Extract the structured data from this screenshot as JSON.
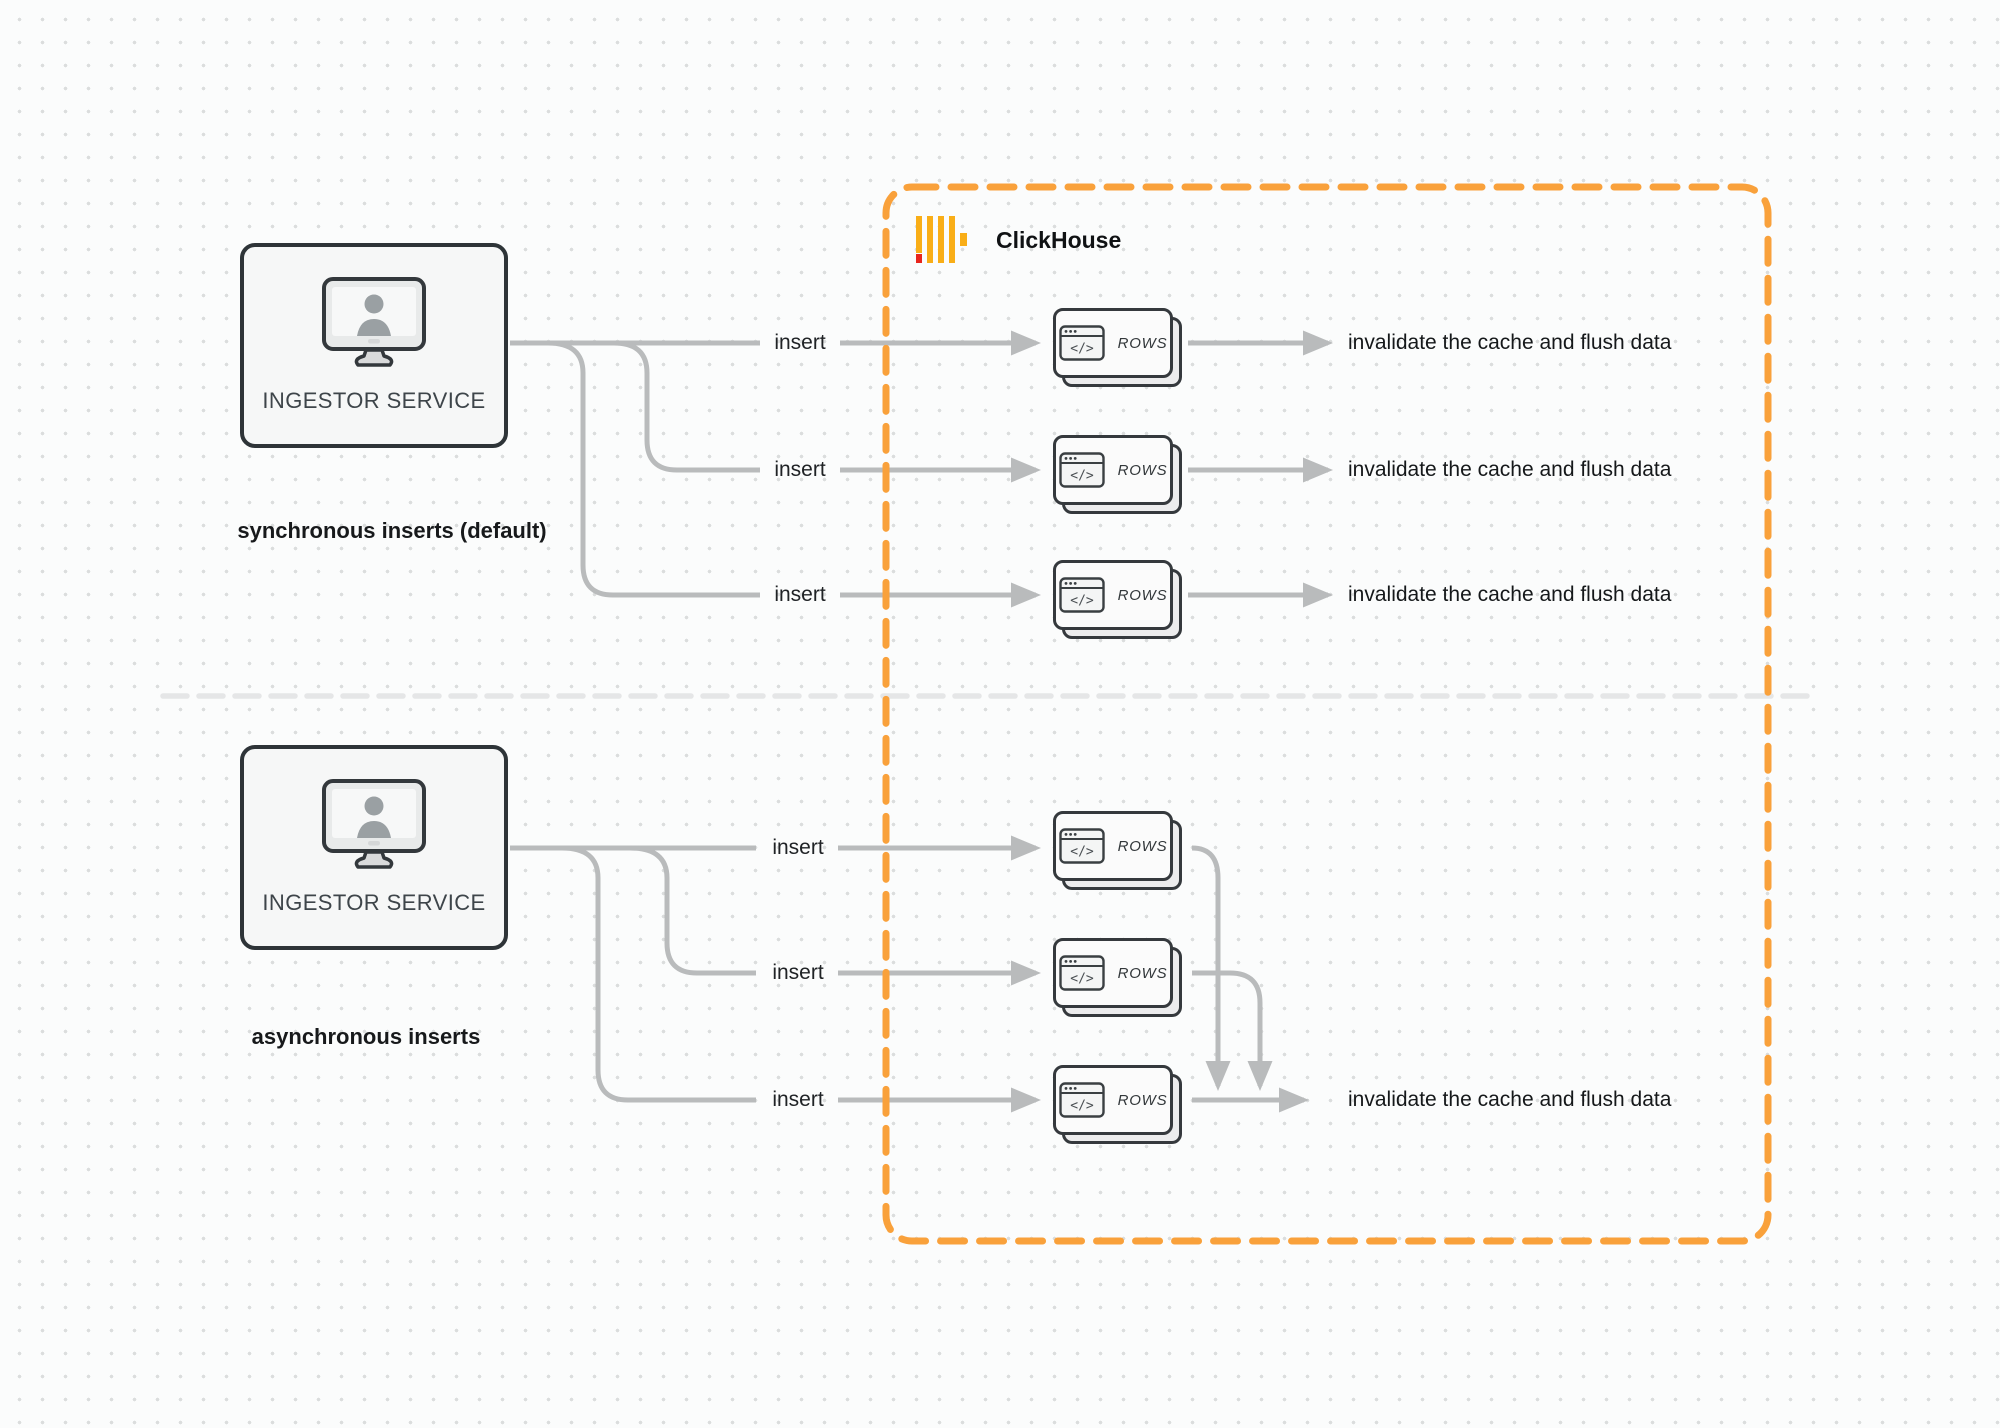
{
  "colors": {
    "clickhouse_border": "#F9A13B",
    "logo_amber": "#F9AE17",
    "logo_red": "#E8251C",
    "arrow_gray": "#b9bbbc"
  },
  "clickhouse": {
    "label": "ClickHouse"
  },
  "sync": {
    "service_label": "INGESTOR SERVICE",
    "caption": "synchronous inserts (default)",
    "rows": [
      {
        "insert": "insert",
        "card": "ROWS",
        "result": "invalidate the cache and flush data"
      },
      {
        "insert": "insert",
        "card": "ROWS",
        "result": "invalidate the cache and flush data"
      },
      {
        "insert": "insert",
        "card": "ROWS",
        "result": "invalidate the cache and flush data"
      }
    ]
  },
  "async": {
    "service_label": "INGESTOR SERVICE",
    "caption": "asynchronous inserts",
    "rows": [
      {
        "insert": "insert",
        "card": "ROWS"
      },
      {
        "insert": "insert",
        "card": "ROWS"
      },
      {
        "insert": "insert",
        "card": "ROWS"
      }
    ],
    "result": "invalidate the cache and flush data"
  }
}
